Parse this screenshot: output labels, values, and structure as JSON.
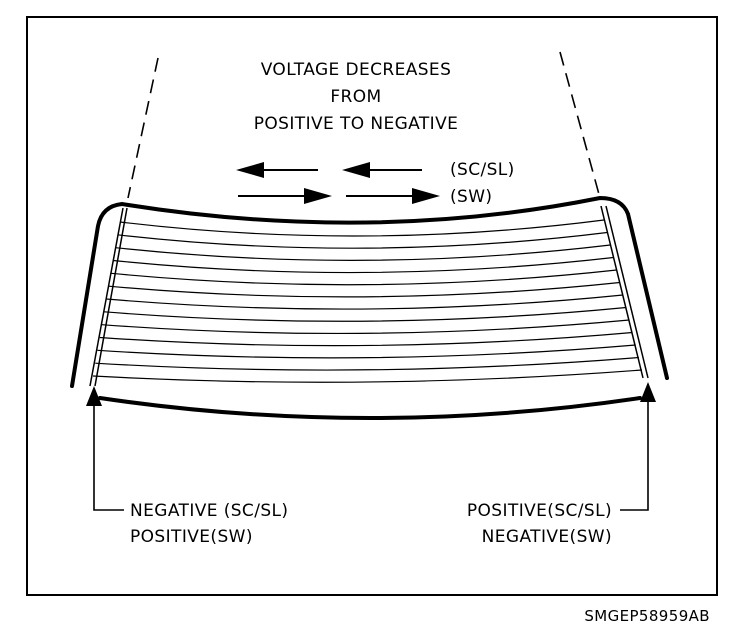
{
  "heading": {
    "line1": "VOLTAGE DECREASES",
    "line2": "FROM",
    "line3": "POSITIVE TO NEGATIVE"
  },
  "arrows": {
    "left_label": "(SC/SL)",
    "right_label": "(SW)"
  },
  "left_terminal": {
    "line1": "NEGATIVE (SC/SL)",
    "line2": "POSITIVE(SW)"
  },
  "right_terminal": {
    "line1": "POSITIVE(SC/SL)",
    "line2": "NEGATIVE(SW)"
  },
  "figure_code": "SMGEP58959AB",
  "grid_line_count": 13
}
